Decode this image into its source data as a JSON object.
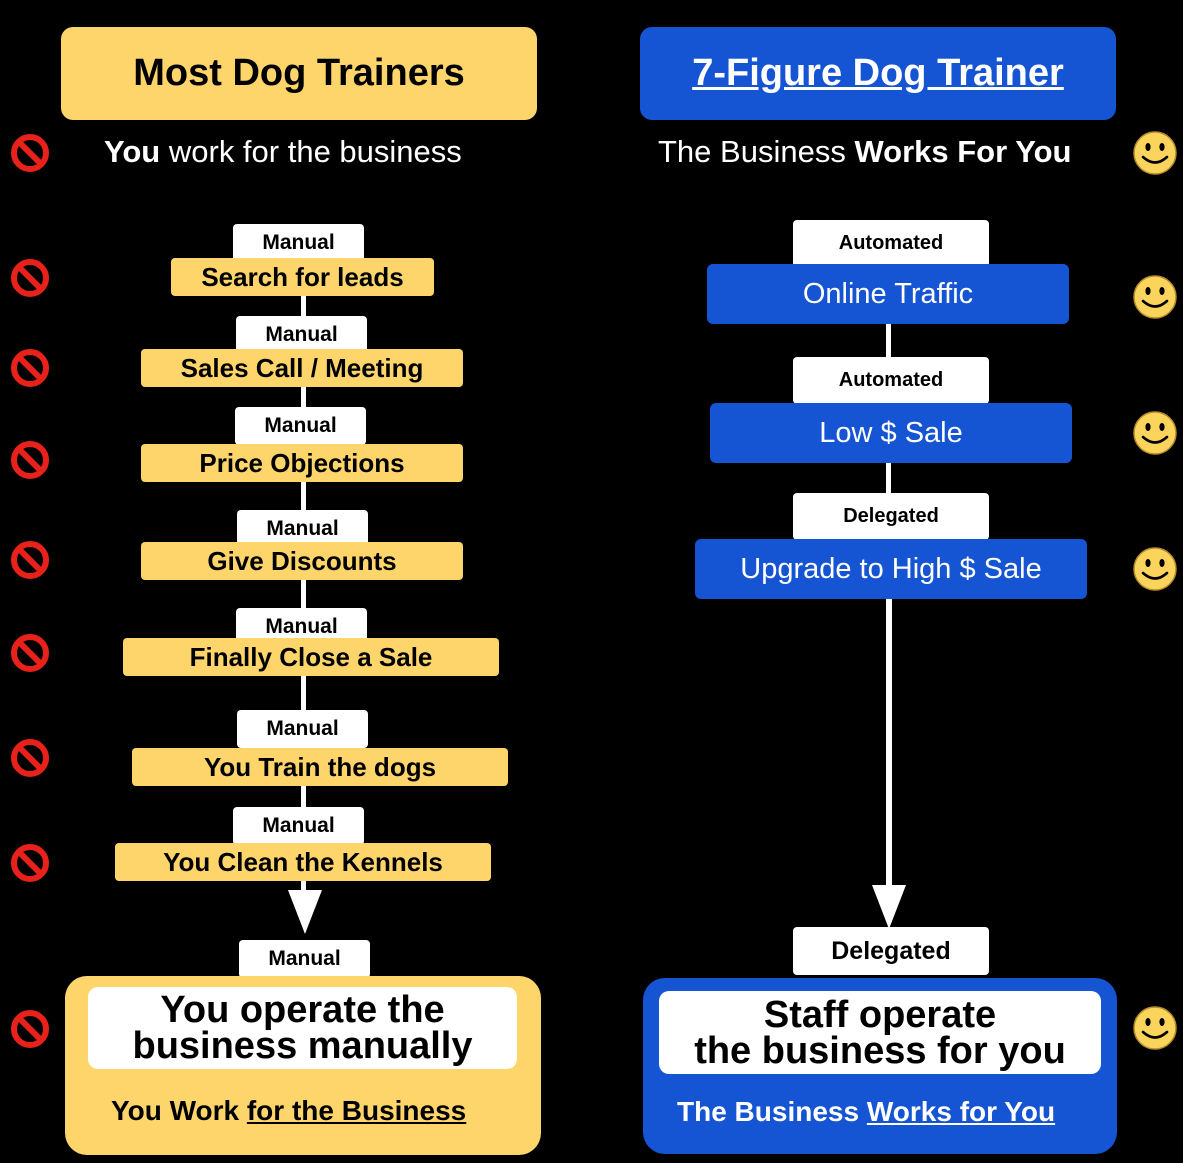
{
  "left": {
    "header": "Most Dog Trainers",
    "subtitle_bold": "You",
    "subtitle_rest": " work for the business",
    "steps": [
      {
        "tag": "Manual",
        "label": "Search for leads"
      },
      {
        "tag": "Manual",
        "label": "Sales Call / Meeting"
      },
      {
        "tag": "Manual",
        "label": "Price Objections"
      },
      {
        "tag": "Manual",
        "label": "Give Discounts"
      },
      {
        "tag": "Manual",
        "label": "Finally Close a Sale"
      },
      {
        "tag": "Manual",
        "label": "You Train the dogs"
      },
      {
        "tag": "Manual",
        "label": "You Clean the Kennels"
      }
    ],
    "final_tag": "Manual",
    "final_line1": "You operate the",
    "final_line2": "business manually",
    "final_caption_plain": "You Work ",
    "final_caption_underlined": "for the Business",
    "status_icon": "no-entry-icon",
    "accent_color": "#fdd56a"
  },
  "right": {
    "header": "7-Figure Dog Trainer",
    "subtitle_plain": "The Business ",
    "subtitle_bold": "Works For You",
    "steps": [
      {
        "tag": "Automated",
        "label": "Online Traffic"
      },
      {
        "tag": "Automated",
        "label": "Low $ Sale"
      },
      {
        "tag": "Delegated",
        "label": "Upgrade to High $ Sale"
      }
    ],
    "final_tag": "Delegated",
    "final_line1": "Staff operate",
    "final_line2": "the business for you",
    "final_caption_plain": "The Business ",
    "final_caption_underlined": "Works for You",
    "status_icon": "smiley-face-icon",
    "accent_color": "#1554d2"
  },
  "colors": {
    "background": "#000000",
    "no_entry_red": "#e8211b",
    "smiley_yellow": "#fbd55b"
  }
}
